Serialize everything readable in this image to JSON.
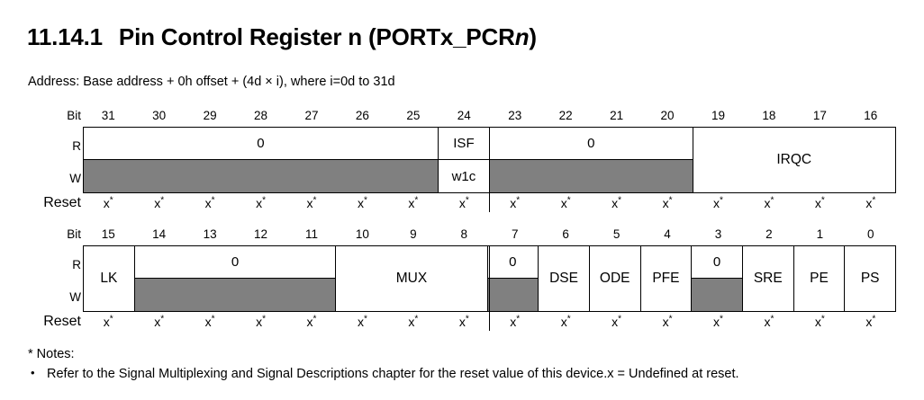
{
  "heading": {
    "number": "11.14.1",
    "title_prefix": "Pin Control Register n (PORTx_PCR",
    "title_italic": "n",
    "title_suffix": ")"
  },
  "address": {
    "text": "Address: Base address + 0h offset + (4d × i), where i=0d to 31d"
  },
  "row_labels": {
    "bit": "Bit",
    "read": "R",
    "write": "W",
    "reset": "Reset"
  },
  "reset_value": {
    "base": "x",
    "marker": "*"
  },
  "registers": [
    {
      "id": "high-halfword",
      "bits": [
        "31",
        "30",
        "29",
        "28",
        "27",
        "26",
        "25",
        "24",
        "23",
        "22",
        "21",
        "20",
        "19",
        "18",
        "17",
        "16"
      ],
      "fields": [
        {
          "name": "reserved-31-25",
          "span": 7,
          "mode": "split",
          "read": "0",
          "write": "",
          "write_gray": true
        },
        {
          "name": "isf",
          "span": 1,
          "mode": "split",
          "read": "ISF",
          "write": "w1c",
          "write_gray": false,
          "half_divider_after": true
        },
        {
          "name": "reserved-23-20",
          "span": 4,
          "mode": "split",
          "read": "0",
          "write": "",
          "write_gray": true
        },
        {
          "name": "irqc",
          "span": 4,
          "mode": "span",
          "label": "IRQC"
        }
      ],
      "resets": [
        "x",
        "x",
        "x",
        "x",
        "x",
        "x",
        "x",
        "x",
        "x",
        "x",
        "x",
        "x",
        "x",
        "x",
        "x",
        "x"
      ]
    },
    {
      "id": "low-halfword",
      "bits": [
        "15",
        "14",
        "13",
        "12",
        "11",
        "10",
        "9",
        "8",
        "7",
        "6",
        "5",
        "4",
        "3",
        "2",
        "1",
        "0"
      ],
      "fields": [
        {
          "name": "lk",
          "span": 1,
          "mode": "span",
          "label": "LK"
        },
        {
          "name": "reserved-14-11",
          "span": 4,
          "mode": "split",
          "read": "0",
          "write": "",
          "write_gray": true
        },
        {
          "name": "mux",
          "span": 3,
          "mode": "span",
          "label": "MUX",
          "half_divider_after": true
        },
        {
          "name": "reserved-7",
          "span": 1,
          "mode": "split",
          "read": "0",
          "write": "",
          "write_gray": true
        },
        {
          "name": "dse",
          "span": 1,
          "mode": "span",
          "label": "DSE"
        },
        {
          "name": "ode",
          "span": 1,
          "mode": "span",
          "label": "ODE"
        },
        {
          "name": "pfe",
          "span": 1,
          "mode": "span",
          "label": "PFE"
        },
        {
          "name": "reserved-3",
          "span": 1,
          "mode": "split",
          "read": "0",
          "write": "",
          "write_gray": true
        },
        {
          "name": "sre",
          "span": 1,
          "mode": "span",
          "label": "SRE"
        },
        {
          "name": "pe",
          "span": 1,
          "mode": "span",
          "label": "PE"
        },
        {
          "name": "ps",
          "span": 1,
          "mode": "span",
          "label": "PS"
        }
      ],
      "resets": [
        "x",
        "x",
        "x",
        "x",
        "x",
        "x",
        "x",
        "x",
        "x",
        "x",
        "x",
        "x",
        "x",
        "x",
        "x",
        "x"
      ]
    }
  ],
  "notes": {
    "title": "* Notes:",
    "bullet_glyph": "•",
    "items": [
      "Refer to the Signal Multiplexing and Signal Descriptions chapter for the reset value of this device.x = Undefined at reset."
    ]
  },
  "colors": {
    "gray_fill": "#808080",
    "line": "#000000",
    "text": "#000000",
    "background": "#ffffff"
  }
}
